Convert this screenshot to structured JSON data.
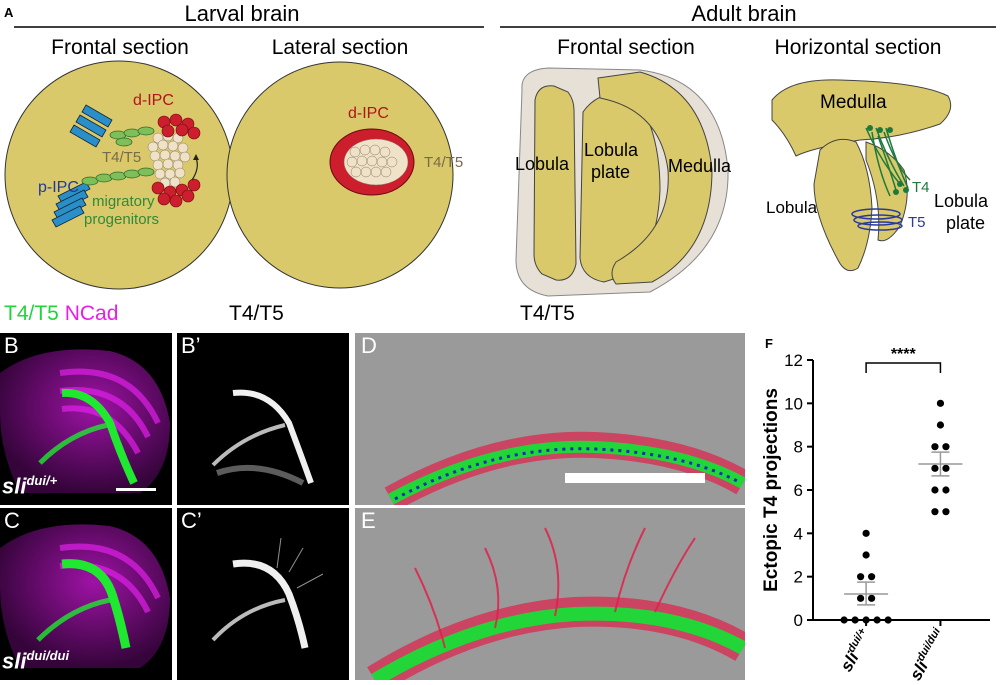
{
  "panelA": {
    "letter": "A",
    "larval_title": "Larval brain",
    "adult_title": "Adult brain",
    "frontal_section": "Frontal section",
    "lateral_section": "Lateral section",
    "horizontal_section": "Horizontal section",
    "d_ipc": "d-IPC",
    "p_ipc": "p-IPC",
    "t4t5": "T4/T5",
    "migratory_line1": "migratory",
    "migratory_line2": "progenitors",
    "lobula": "Lobula",
    "lobula_plate_line1": "Lobula",
    "lobula_plate_line2": "plate",
    "medulla": "Medulla",
    "t4": "T4",
    "t5": "T5"
  },
  "colors": {
    "brain_yellow": "#d9c96a",
    "neuropil_light": "#e6e0d6",
    "d_ipc_red": "#cc1e2c",
    "p_ipc_blue": "#2a8fc9",
    "progenitor_green": "#2e8b3a",
    "t4_green": "#1e7a3c",
    "t5_blue": "#2a3a9c",
    "magenta": "#e81ee8",
    "green": "#21d43a"
  },
  "panelsBtoE": {
    "stain_green": "T4/T5",
    "stain_magenta": "NCad",
    "title_bprime": "T4/T5",
    "title_d": "T4/T5",
    "label_b": "B",
    "label_bprime": "B’",
    "label_c": "C",
    "label_cprime": "C’",
    "label_d": "D",
    "label_e": "E",
    "genotype_b_base": "sli",
    "genotype_b_sup": "dui/+",
    "genotype_c_base": "sli",
    "genotype_c_sup": "dui/dui"
  },
  "panelF": {
    "letter": "F",
    "significance": "****"
  },
  "chart_data": {
    "type": "scatter",
    "ylabel": "Ectopic T4 projections",
    "xlabel": "",
    "ylim": [
      0,
      12
    ],
    "yticks": [
      0,
      2,
      4,
      6,
      8,
      10,
      12
    ],
    "categories": [
      {
        "base": "sli",
        "sup": "dui/+"
      },
      {
        "base": "sli",
        "sup": "dui/dui"
      }
    ],
    "series": [
      {
        "values": [
          0,
          0,
          0,
          0,
          0,
          1,
          1,
          2,
          2,
          3,
          4
        ],
        "mean": 1.2,
        "sem_low": 0.7,
        "sem_high": 1.75
      },
      {
        "values": [
          5,
          5,
          6,
          6,
          7,
          7,
          8,
          8,
          9,
          10
        ],
        "mean": 7.2,
        "sem_low": 6.65,
        "sem_high": 7.75
      }
    ],
    "significance": "****"
  }
}
